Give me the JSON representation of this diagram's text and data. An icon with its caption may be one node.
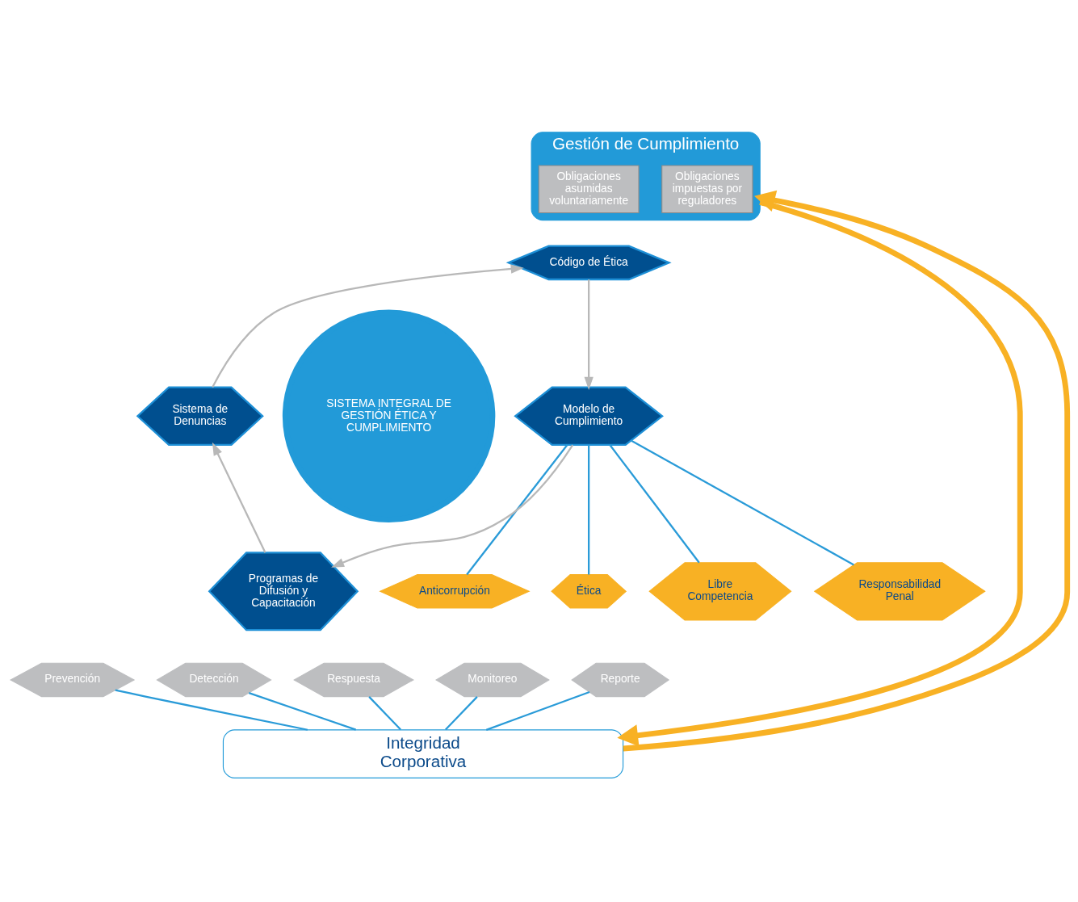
{
  "diagram": {
    "nodes": [
      {
        "text": [
          "Gestión de Cumplimiento"
        ]
      },
      {
        "text": [
          "Obligaciones impuestas por reguladores"
        ],
        "in": 0
      },
      {
        "text": [
          "Obligaciones asumidas voluntariamente"
        ],
        "in": 0
      },
      {
        "text": [
          "Código de Ética"
        ]
      },
      {
        "text": [
          "SISTEMA INTEGRAL DE GESTIÓN ÉTICA Y CUMPLIMIENTO"
        ]
      },
      {
        "text": [
          "Sistema de Denuncias"
        ]
      },
      {
        "text": [
          "Modelo de Cumplimiento"
        ]
      },
      {
        "text": [
          "Anticorrupción"
        ]
      },
      {
        "text": [
          "Ética"
        ]
      },
      {
        "text": [
          "Libre Competencia"
        ]
      },
      {
        "text": [
          "Responsabilidad Penal"
        ]
      },
      {
        "text": [
          "Programas de Difusión y Capacitación"
        ]
      },
      {
        "text": [
          "Prevención"
        ]
      },
      {
        "text": [
          "Detección"
        ]
      },
      {
        "text": [
          "Respuesta"
        ]
      },
      {
        "text": [
          "Monitoreo"
        ]
      },
      {
        "text": [
          "Reporte"
        ]
      },
      {
        "text": [
          "Integridad Corporativa"
        ]
      }
    ],
    "edges": [
      {
        "from": 3,
        "to": 6,
        "arrow": "to",
        "color": "#b8b8b8"
      },
      {
        "from": 6,
        "to": 11,
        "arrow": "to",
        "color": "#b8b8b8"
      },
      {
        "from": 11,
        "to": 5,
        "arrow": "to",
        "color": "#b8b8b8"
      },
      {
        "from": 5,
        "to": 3,
        "arrow": "to",
        "color": "#b8b8b8"
      },
      {
        "from": 6,
        "to": 7,
        "arrow": "none"
      },
      {
        "from": 6,
        "to": 8,
        "arrow": "none"
      },
      {
        "from": 6,
        "to": 9,
        "arrow": "none"
      },
      {
        "from": 6,
        "to": 10,
        "arrow": "none"
      },
      {
        "from": 12,
        "to": 17,
        "arrow": "none"
      },
      {
        "from": 13,
        "to": 17,
        "arrow": "none"
      },
      {
        "from": 14,
        "to": 17,
        "arrow": "none"
      },
      {
        "from": 15,
        "to": 17,
        "arrow": "none"
      },
      {
        "from": 16,
        "to": 17,
        "arrow": "none"
      },
      {
        "from": 0,
        "to": 17,
        "arrow": "to",
        "style": "thick",
        "color": "#f8b124"
      },
      {
        "from": 17,
        "to": 0,
        "arrow": "to",
        "style": "thick",
        "color": "#f8b124"
      }
    ]
  }
}
